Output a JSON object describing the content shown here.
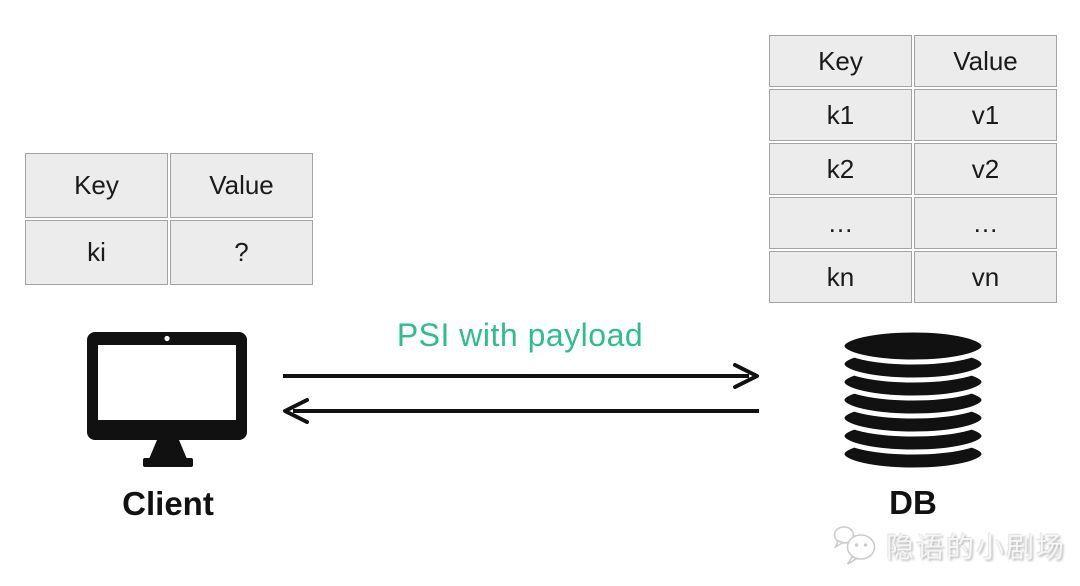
{
  "client_table": {
    "headers": [
      "Key",
      "Value"
    ],
    "rows": [
      [
        "ki",
        "?"
      ]
    ]
  },
  "db_table": {
    "headers": [
      "Key",
      "Value"
    ],
    "rows": [
      [
        "k1",
        "v1"
      ],
      [
        "k2",
        "v2"
      ],
      [
        "…",
        "…"
      ],
      [
        "kn",
        "vn"
      ]
    ]
  },
  "exchange": {
    "label": "PSI with payload",
    "label_color": "#2ebe8e",
    "forward_arrow": "client-to-db",
    "return_arrow": "db-to-client"
  },
  "nodes": {
    "client": {
      "label": "Client",
      "icon": "monitor-icon"
    },
    "db": {
      "label": "DB",
      "icon": "database-icon"
    }
  },
  "watermark": {
    "icon": "wechat-icon",
    "text": "隐语的小剧场"
  },
  "colors": {
    "table_cell_bg": "#ececec",
    "table_border": "#a3a3a3",
    "arrow": "#111111",
    "icon": "#111111",
    "accent_green": "#2ebe8e",
    "watermark_gray": "#c9c9c9"
  }
}
